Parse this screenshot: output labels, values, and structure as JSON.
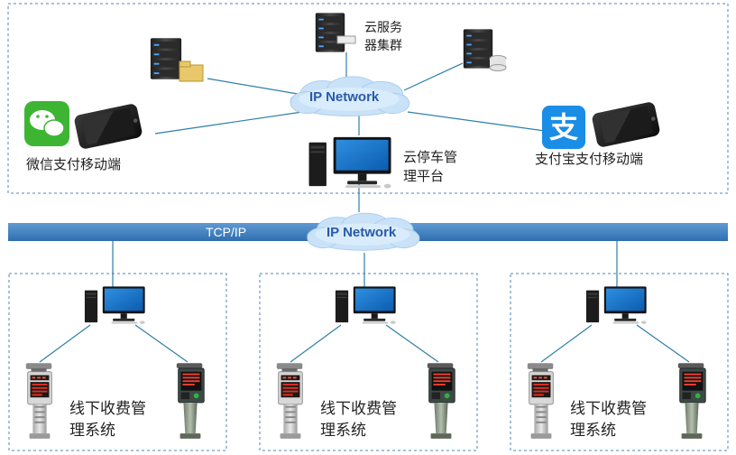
{
  "cloud_servers_label": [
    "云服务",
    "器集群"
  ],
  "ip_network_label": "IP Network",
  "wechat_label": "微信支付移动端",
  "alipay_label": "支付宝支付移动端",
  "platform_label": [
    "云停车管",
    "理平台"
  ],
  "tcpip_label": "TCP/IP",
  "offline_system_label": [
    "线下收费管",
    "理系统"
  ],
  "colors": {
    "bus": "#3f83c4",
    "link": "#2d7fa8",
    "cloud": "#c9e2f8",
    "dashed_border": "#4f86b8",
    "wechat": "#3db533",
    "alipay": "#1a8ee6"
  },
  "icons": {
    "server": "server-rack-icon",
    "phone": "smartphone-icon",
    "computer": "desktop-computer-icon",
    "terminal": "parking-terminal-icon"
  }
}
